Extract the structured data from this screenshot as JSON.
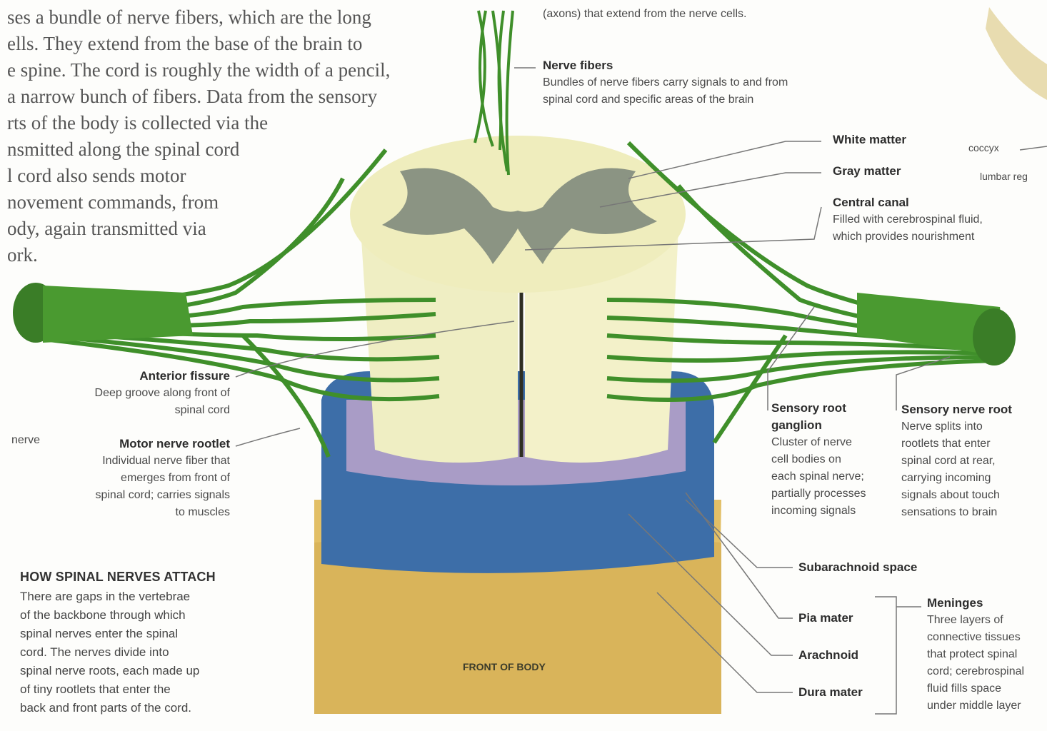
{
  "intro_lines": [
    "ses a bundle of nerve fibers, which are the long",
    "ells. They extend from the base of the brain to",
    "e spine. The cord is roughly the width of a pencil,",
    "a narrow bunch of fibers. Data from the sensory",
    "rts of the body is collected via the",
    "nsmitted along the spinal cord",
    "l cord also sends motor",
    "novement commands, from",
    "ody, again transmitted via",
    "ork."
  ],
  "top_caption": "(axons) that extend from the nerve cells.",
  "labels": {
    "nerve_fibers": {
      "title": "Nerve fibers",
      "desc": [
        "Bundles of nerve fibers carry signals to and from",
        "spinal cord and specific areas of the brain"
      ]
    },
    "white_matter": {
      "title": "White matter"
    },
    "gray_matter": {
      "title": "Gray matter"
    },
    "central_canal": {
      "title": "Central canal",
      "desc": [
        "Filled with cerebrospinal fluid,",
        "which provides nourishment"
      ]
    },
    "coccyx": "coccyx",
    "lumbar": "lumbar reg",
    "anterior_fissure": {
      "title": "Anterior fissure",
      "desc": [
        "Deep groove along front of",
        "spinal cord"
      ]
    },
    "nerve": "nerve",
    "motor_rootlet": {
      "title": "Motor nerve rootlet",
      "desc": [
        "Individual nerve fiber that",
        "emerges from front of",
        "spinal cord; carries signals",
        "to muscles"
      ]
    },
    "sensory_ganglion": {
      "title_lines": [
        "Sensory root",
        "ganglion"
      ],
      "desc": [
        "Cluster of nerve",
        "cell bodies on",
        "each spinal nerve;",
        "partially processes",
        "incoming signals"
      ]
    },
    "sensory_root": {
      "title": "Sensory nerve root",
      "desc": [
        "Nerve splits into",
        "rootlets that enter",
        "spinal cord at rear,",
        "carrying incoming",
        "signals about touch",
        "sensations to brain"
      ]
    },
    "subarachnoid": {
      "title": "Subarachnoid space"
    },
    "pia": {
      "title": "Pia mater"
    },
    "arachnoid": {
      "title": "Arachnoid"
    },
    "dura": {
      "title": "Dura mater"
    },
    "meninges": {
      "title": "Meninges",
      "desc": [
        "Three layers of",
        "connective tissues",
        "that protect spinal",
        "cord; cerebrospinal",
        "fluid fills space",
        "under middle layer"
      ]
    }
  },
  "howto": {
    "title": "HOW SPINAL NERVES ATTACH",
    "lines": [
      "There are gaps in the vertebrae",
      "of the backbone through which",
      "spinal nerves enter the spinal",
      "cord. The nerves divide into",
      "spinal nerve roots, each made up",
      "of tiny rootlets that enter the",
      "back and front parts of the cord."
    ]
  },
  "front_of_body": "FRONT OF BODY",
  "colors": {
    "nerve": "#3f8f2a",
    "white_matter": "#efeec0",
    "gray_matter": "#8e9684",
    "dura": "#3d6ea8",
    "arachnoid": "#a79ac4",
    "bone": "#e6c46a"
  }
}
